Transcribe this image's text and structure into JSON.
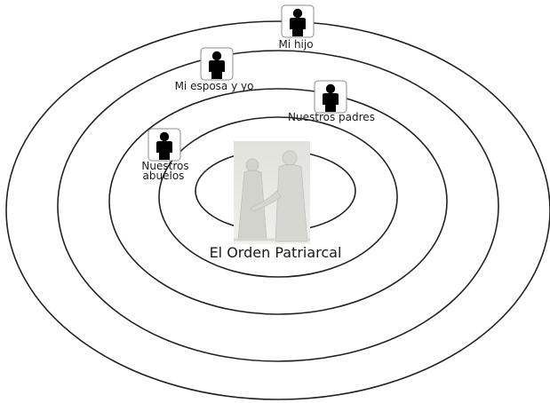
{
  "diagram": {
    "center_title": "El Orden Patriarcal",
    "center_image": "painting-two-elderly-men-in-white-robes",
    "rings": 5,
    "members": [
      {
        "id": "mi-hijo",
        "lines": [
          "Mi hijo"
        ],
        "icon": "person-icon"
      },
      {
        "id": "mi-esposa-y-yo",
        "lines": [
          "Mi esposa y yo"
        ],
        "icon": "person-icon"
      },
      {
        "id": "nuestros-padres",
        "lines": [
          "Nuestros padres"
        ],
        "icon": "person-icon"
      },
      {
        "id": "nuestros-abuelos",
        "lines": [
          "Nuestros",
          "abuelos"
        ],
        "icon": "person-icon"
      }
    ]
  },
  "colors": {
    "ring": "#222222",
    "icon": "#000000",
    "label": "#1a1a1a"
  }
}
